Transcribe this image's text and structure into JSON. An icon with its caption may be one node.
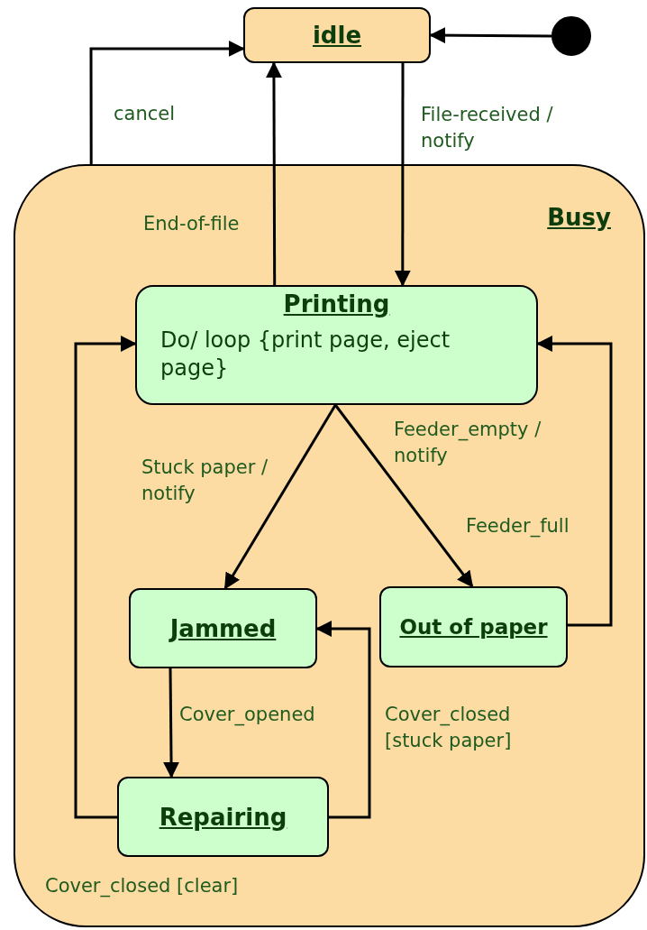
{
  "diagram": {
    "nodes": [
      {
        "text": [
          "idle"
        ]
      },
      {
        "text": [],
        "shape": "circle"
      },
      {
        "text": [
          "Busy"
        ]
      },
      {
        "text": [
          "Printing",
          "Do/ loop {print page, eject page}"
        ],
        "in": 2
      },
      {
        "text": [
          "Jammed"
        ],
        "in": 2
      },
      {
        "text": [
          "Out of paper"
        ],
        "in": 2
      },
      {
        "text": [
          "Repairing"
        ],
        "in": 2
      }
    ],
    "edges": [
      {
        "from": 1,
        "to": 0,
        "arrow": "to"
      },
      {
        "from": 2,
        "to": 0,
        "arrow": "to",
        "label": "cancel"
      },
      {
        "from": 3,
        "to": 0,
        "arrow": "to",
        "label": "End-of-file"
      },
      {
        "from": 0,
        "to": 3,
        "arrow": "to",
        "label": "File-received / notify"
      },
      {
        "from": 3,
        "to": 4,
        "arrow": "to",
        "label": "Stuck paper / notify"
      },
      {
        "from": 3,
        "to": 5,
        "arrow": "to",
        "label": "Feeder_empty / notify"
      },
      {
        "from": 5,
        "to": 3,
        "arrow": "to",
        "label": "Feeder_full"
      },
      {
        "from": 4,
        "to": 6,
        "arrow": "to",
        "label": "Cover_opened"
      },
      {
        "from": 6,
        "to": 4,
        "arrow": "to",
        "label": "Cover_closed [stuck paper]"
      },
      {
        "from": 6,
        "to": 3,
        "arrow": "to",
        "label": "Cover_closed [clear]"
      }
    ]
  }
}
